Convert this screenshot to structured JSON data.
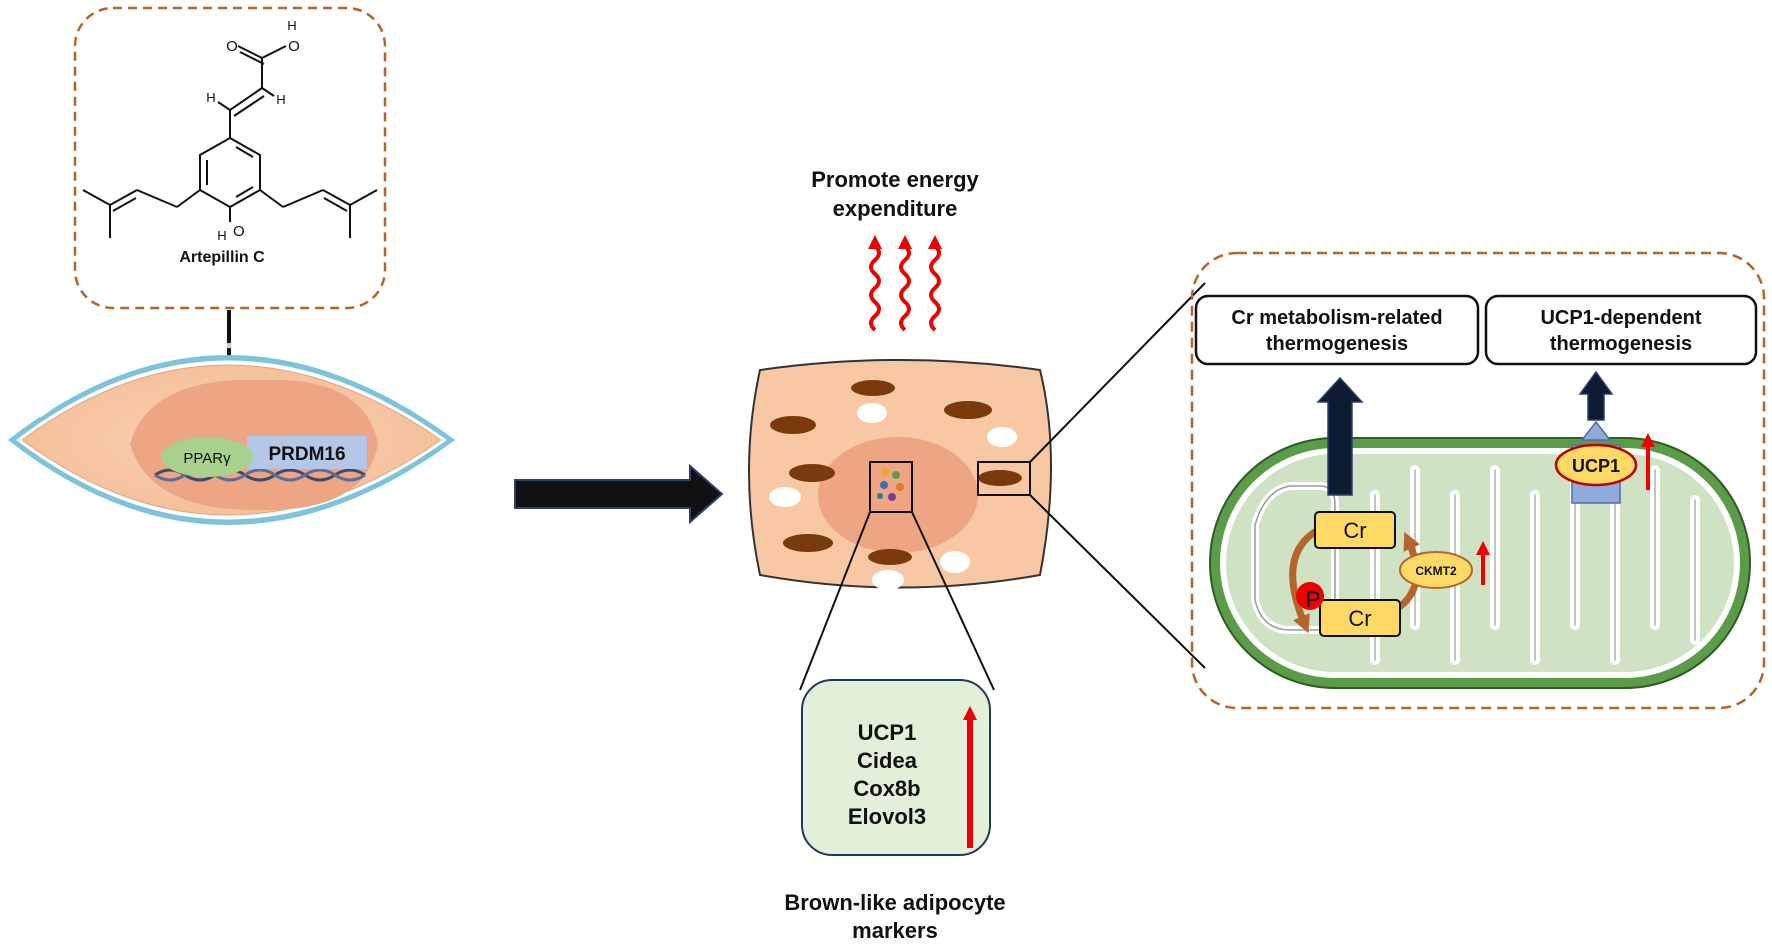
{
  "molecule": {
    "name": "Artepillin C",
    "atoms": {
      "carbonyl_o": "O",
      "hydroxyl_o": "O",
      "acid_h": "H",
      "vinyl_h1": "H",
      "vinyl_h2": "H",
      "phenol_h": "H",
      "phenol_o": "O"
    }
  },
  "nucleus": {
    "ppar": "PPARγ",
    "prdm16": "PRDM16"
  },
  "energy": {
    "line1": "Promote energy",
    "line2": "expenditure"
  },
  "markers_box": {
    "items": [
      "UCP1",
      "Cidea",
      "Cox8b",
      "Elovol3"
    ]
  },
  "markers_caption": {
    "line1": "Brown-like adipocyte",
    "line2": "markers"
  },
  "thermo": {
    "cr_box": {
      "line1": "Cr metabolism-related",
      "line2": "thermogenesis"
    },
    "ucp1_box": {
      "line1": "UCP1-dependent",
      "line2": "thermogenesis"
    },
    "cr_top": "Cr",
    "cr_bottom": "Cr",
    "phosphate": "P",
    "ckmt2": "CKMT2",
    "ucp1_protein": "UCP1"
  },
  "colors": {
    "dashed_border": "#b5652a",
    "cell_fill": "#f8c8a4",
    "nucleus_fill": "#eea583",
    "brown_droplet": "#7a3a0c",
    "mito_outer": "#5a9c48",
    "mito_fill": "#cfe3c4",
    "marker_box_fill": "#e2f0d9",
    "cr_box_fill": "#ffd966",
    "ppar_fill": "#a9d18e",
    "prdm16_fill": "#b4c7e7",
    "red_arrow": "#ee0000",
    "navy_arrow": "#0d1b33"
  }
}
